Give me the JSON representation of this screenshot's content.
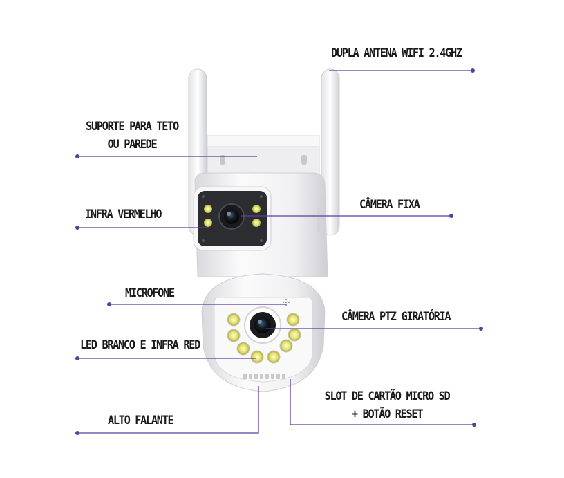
{
  "callouts": {
    "antenna": "DUPLA ANTENA WIFI 2.4GHZ",
    "mount_line1": "SUPORTE PARA TETO",
    "mount_line2": "OU PAREDE",
    "fixed_camera": "CÂMERA FIXA",
    "infrared": "INFRA VERMELHO",
    "microphone": "MICROFONE",
    "ptz_camera": "CÂMERA PTZ GIRATÓRIA",
    "white_led": "LED BRANCO E INFRA RED",
    "sd_slot_line1": "SLOT DE CARTÃO MICRO SD",
    "sd_slot_line2": "+ BOTÃO RESET",
    "speaker": "ALTO FALANTE"
  },
  "colors": {
    "leader_line": "#5b3fa0",
    "camera_body": "#f2f2f3",
    "lens_panel": "#2c2d31",
    "led": "#e4e36a"
  }
}
